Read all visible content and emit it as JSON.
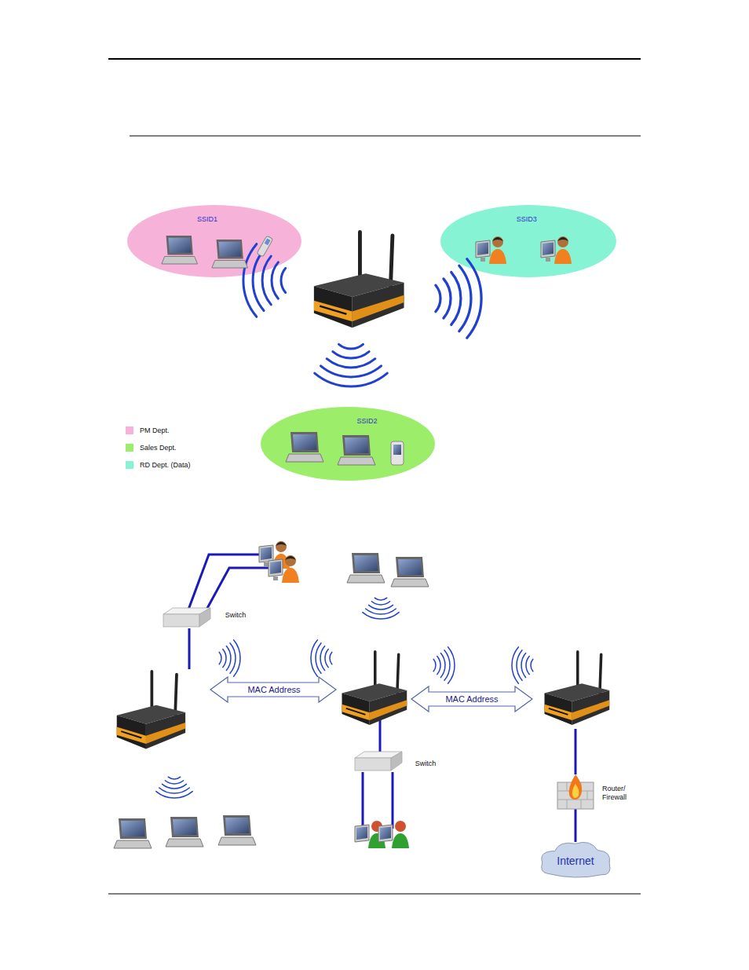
{
  "diagram": {
    "nodes": [
      {
        "text": [
          "SSID1"
        ]
      },
      {
        "text": [
          "SSID3"
        ]
      },
      {
        "text": [
          "SSID2"
        ]
      },
      {
        "text": [
          "Internet"
        ]
      }
    ],
    "labels": [
      "Switch",
      "MAC Address",
      "MAC Address",
      "Switch",
      "Router/ Firewall"
    ],
    "legend": [
      {
        "text": "PM Dept.",
        "color": "#f7b2d9"
      },
      {
        "text": "Sales Dept.",
        "color": "#9cee6a"
      },
      {
        "text": "RD Dept. (Data)",
        "color": "#86f3d4"
      }
    ]
  }
}
